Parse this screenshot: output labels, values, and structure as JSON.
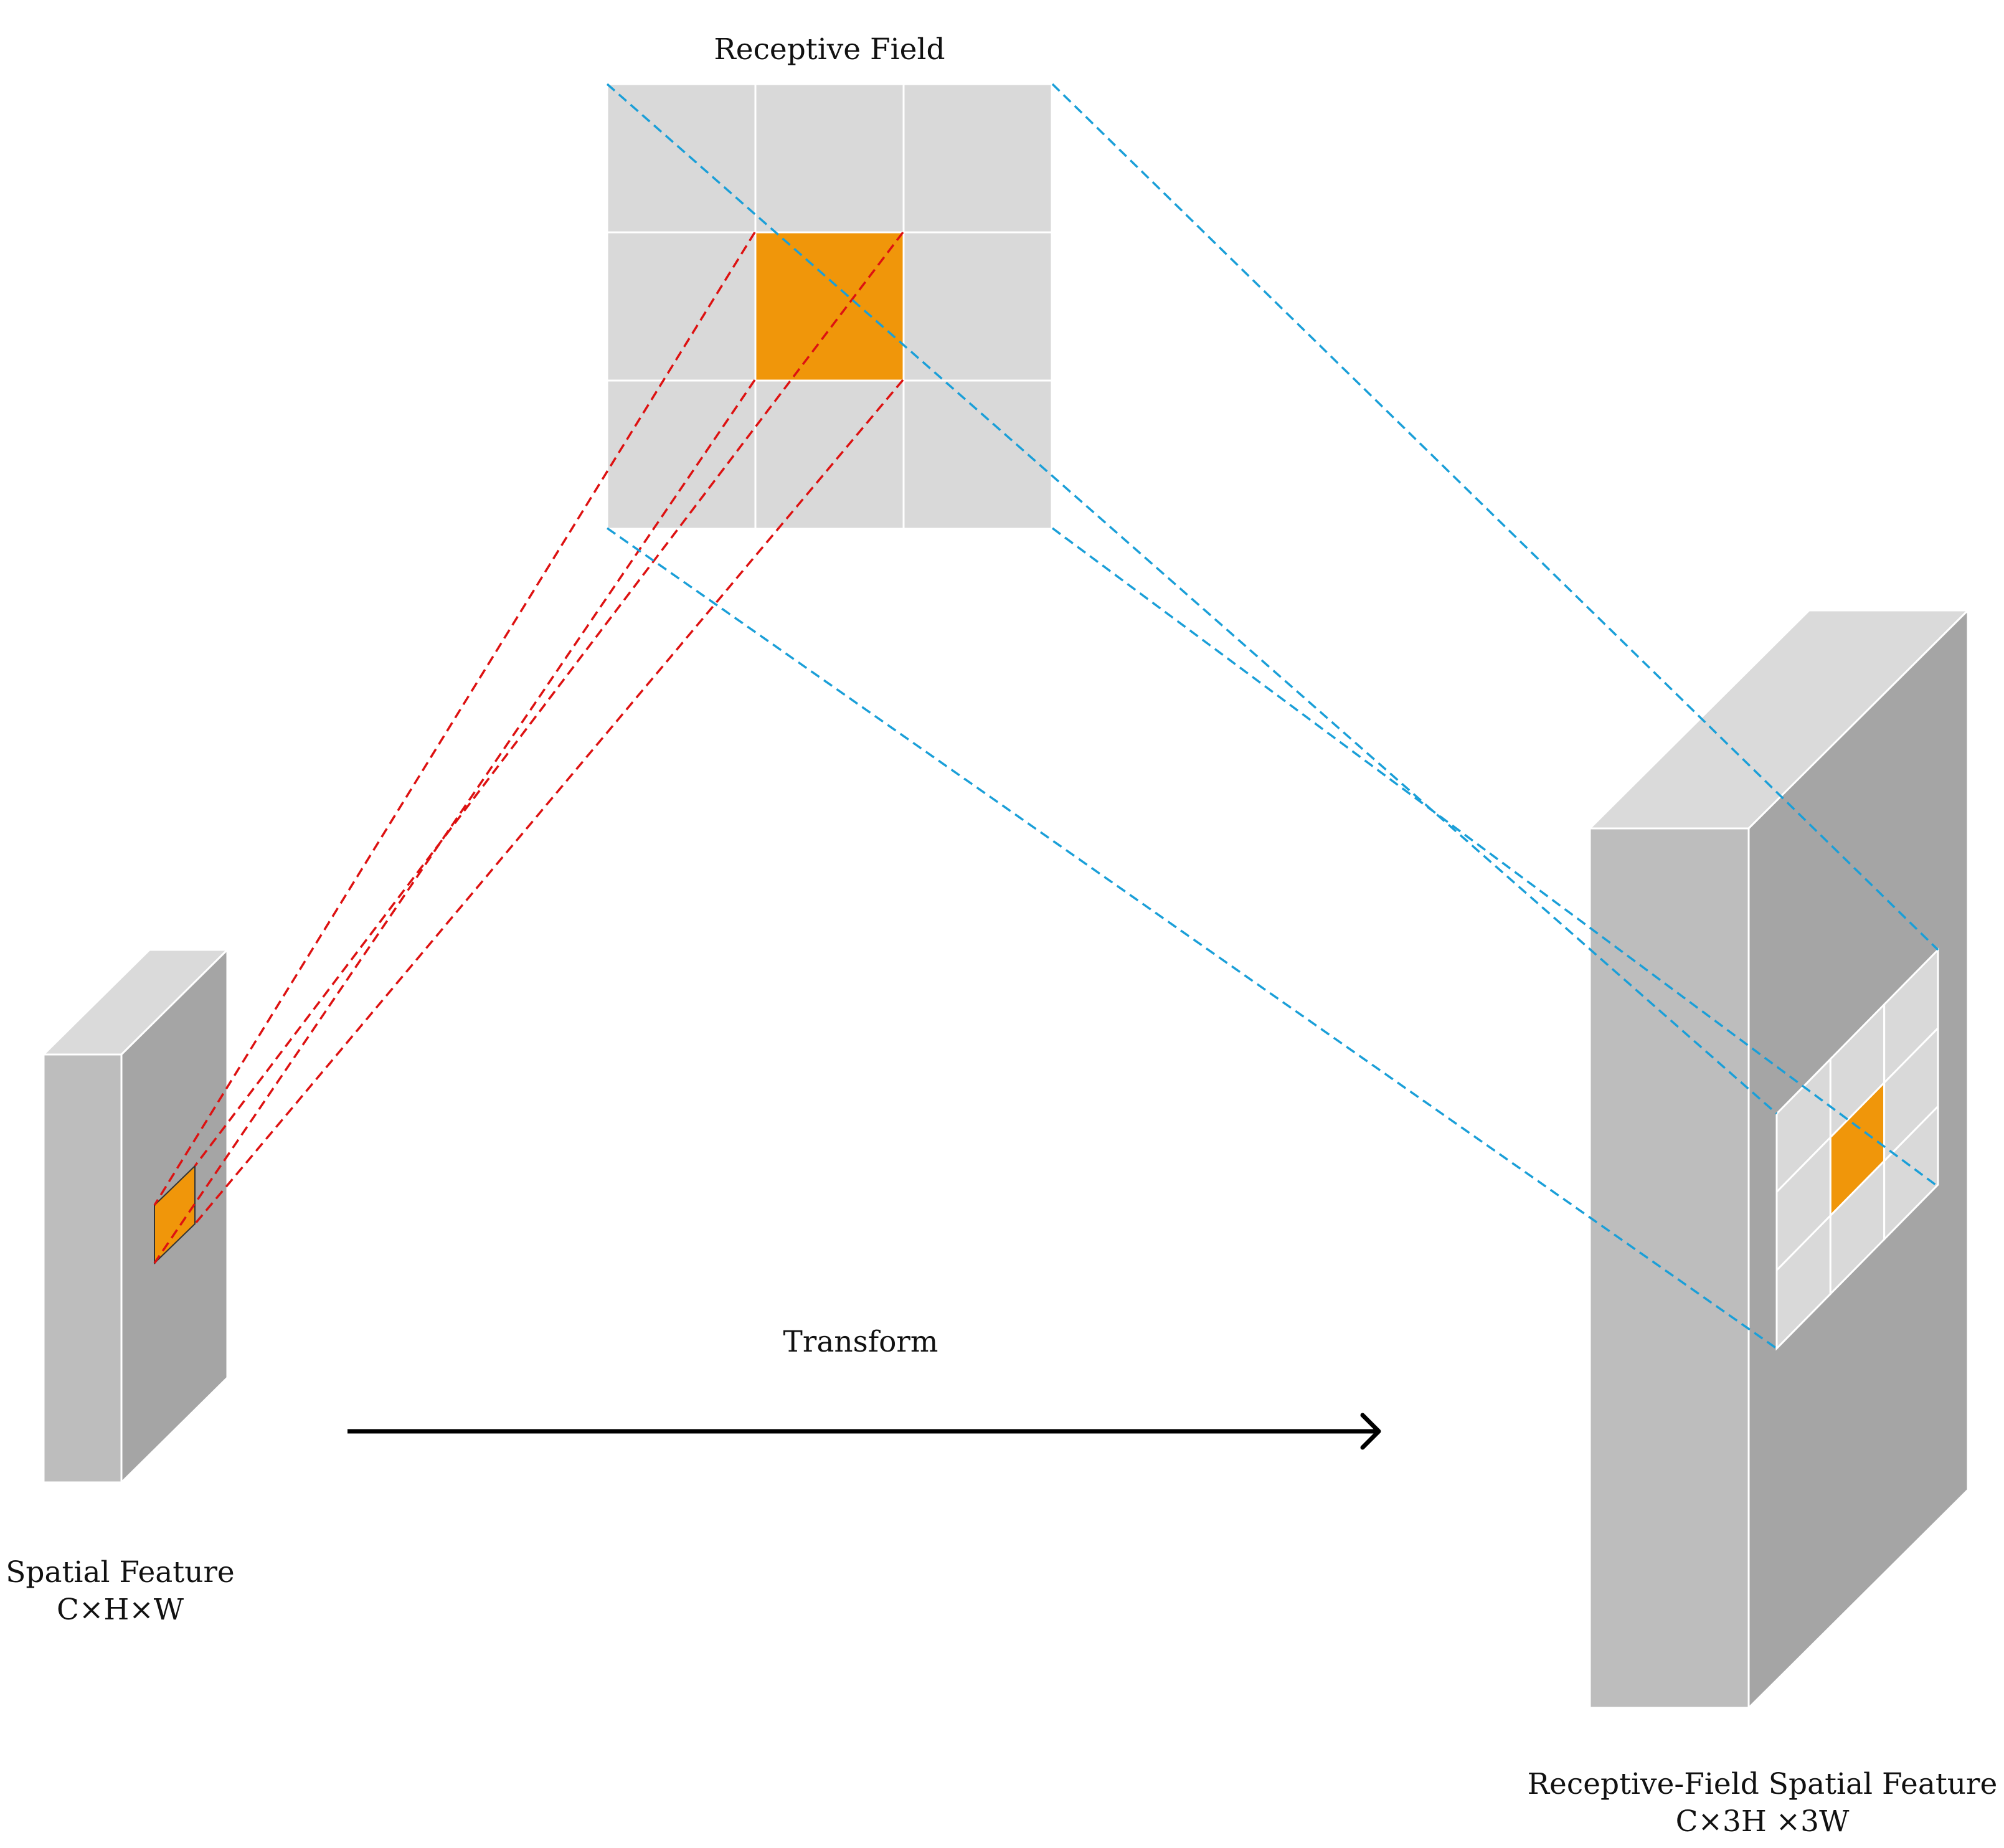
{
  "labels": {
    "receptive_field": "Receptive Field",
    "transform": "Transform",
    "spatial_feature_title": "Spatial Feature",
    "spatial_feature_dims": "C×H×W",
    "rf_feature_title": "Receptive-Field Spatial Feature",
    "rf_feature_dims": "C×3H ×3W"
  },
  "colors": {
    "front_face": "#bdbdbd",
    "top_face": "#dadada",
    "side_face": "#a5a5a5",
    "grid_cell": "#d9d9d9",
    "highlight": "#f0960a",
    "red_lines": "#dd1111",
    "blue_lines": "#1a9fd8",
    "arrow": "#000000"
  },
  "receptive_field_grid": {
    "rows": 3,
    "cols": 3,
    "highlight_cell": [
      1,
      1
    ]
  }
}
